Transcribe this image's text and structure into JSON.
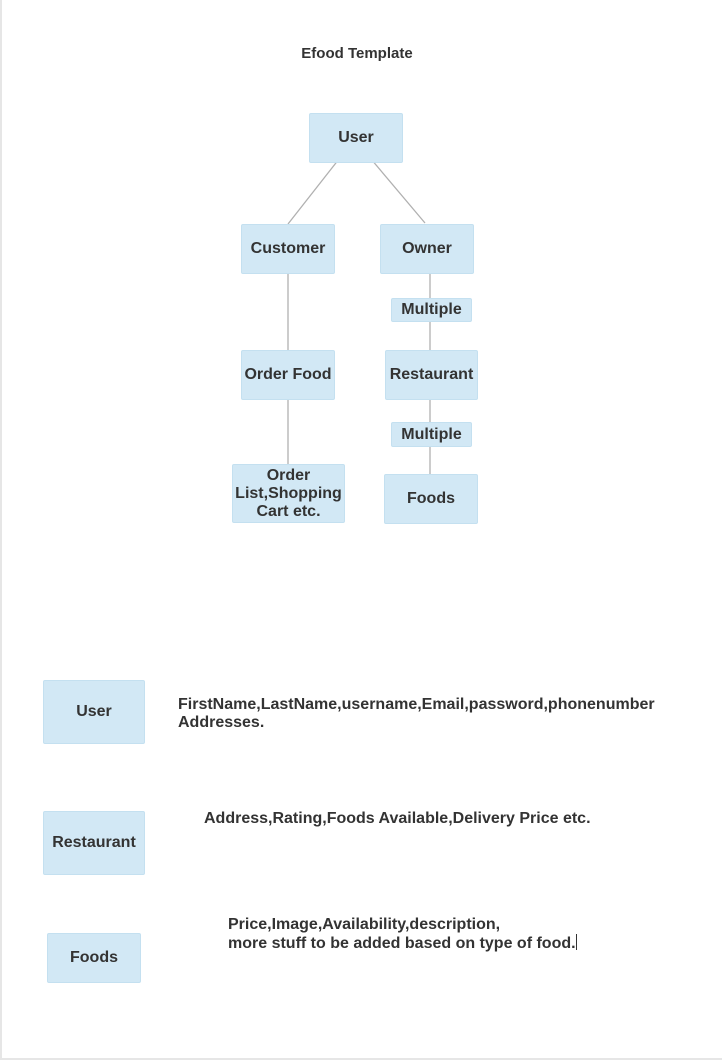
{
  "title": "Efood Template",
  "tree": {
    "user": "User",
    "customer": "Customer",
    "owner": "Owner",
    "order_food": "Order Food",
    "order_list": "Order List,Shopping Cart etc.",
    "multiple_1": "Multiple",
    "restaurant": "Restaurant",
    "multiple_2": "Multiple",
    "foods": "Foods"
  },
  "entities": [
    {
      "name": "User",
      "fields": "FirstName,LastName,username,Email,password,phonenumber\nAddresses."
    },
    {
      "name": "Restaurant",
      "fields": "Address,Rating,Foods Available,Delivery Price etc."
    },
    {
      "name": "Foods",
      "fields": "Price,Image,Availability,description,\nmore stuff to be added based on type of food."
    }
  ],
  "colors": {
    "node_fill": "#d2e8f5",
    "edge": "#b0b0b0",
    "text": "#333333"
  }
}
